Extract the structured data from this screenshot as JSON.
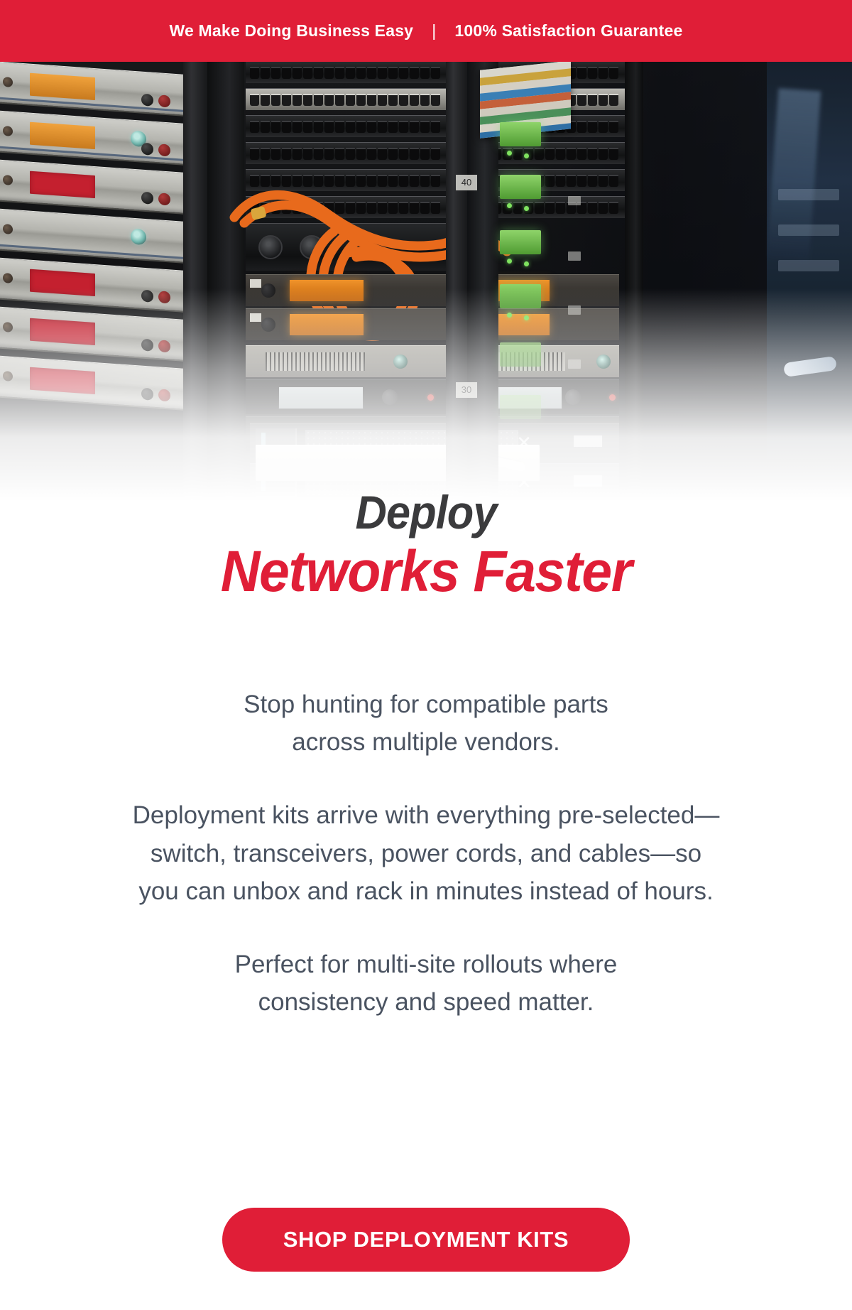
{
  "promo_bar": {
    "left_text": "We Make Doing Business Easy",
    "divider": "|",
    "right_text": "100% Satisfaction Guarantee",
    "background_color": "#E01E37",
    "text_color": "#FFFFFF"
  },
  "hero": {
    "alt": "Network server rack with patch panels, orange cable coil and rack-mounted equipment",
    "rack_labels": [
      "40",
      "30"
    ]
  },
  "headline": {
    "line1": "Deploy",
    "line2": "Networks Faster",
    "line1_color": "#3B3B3D",
    "line2_color": "#E01E37"
  },
  "body": {
    "paragraph1": [
      "Stop hunting for compatible parts",
      "across multiple vendors."
    ],
    "paragraph2": [
      "Deployment kits arrive with everything pre-selected—",
      "switch, transceivers, power cords, and cables—so",
      "you can unbox and rack in minutes instead of hours."
    ],
    "paragraph3": [
      "Perfect for multi-site rollouts where",
      "consistency and speed matter."
    ],
    "text_color": "#4A5361"
  },
  "cta": {
    "label": "SHOP DEPLOYMENT KITS",
    "background_color": "#E01E37",
    "text_color": "#FFFFFF"
  }
}
